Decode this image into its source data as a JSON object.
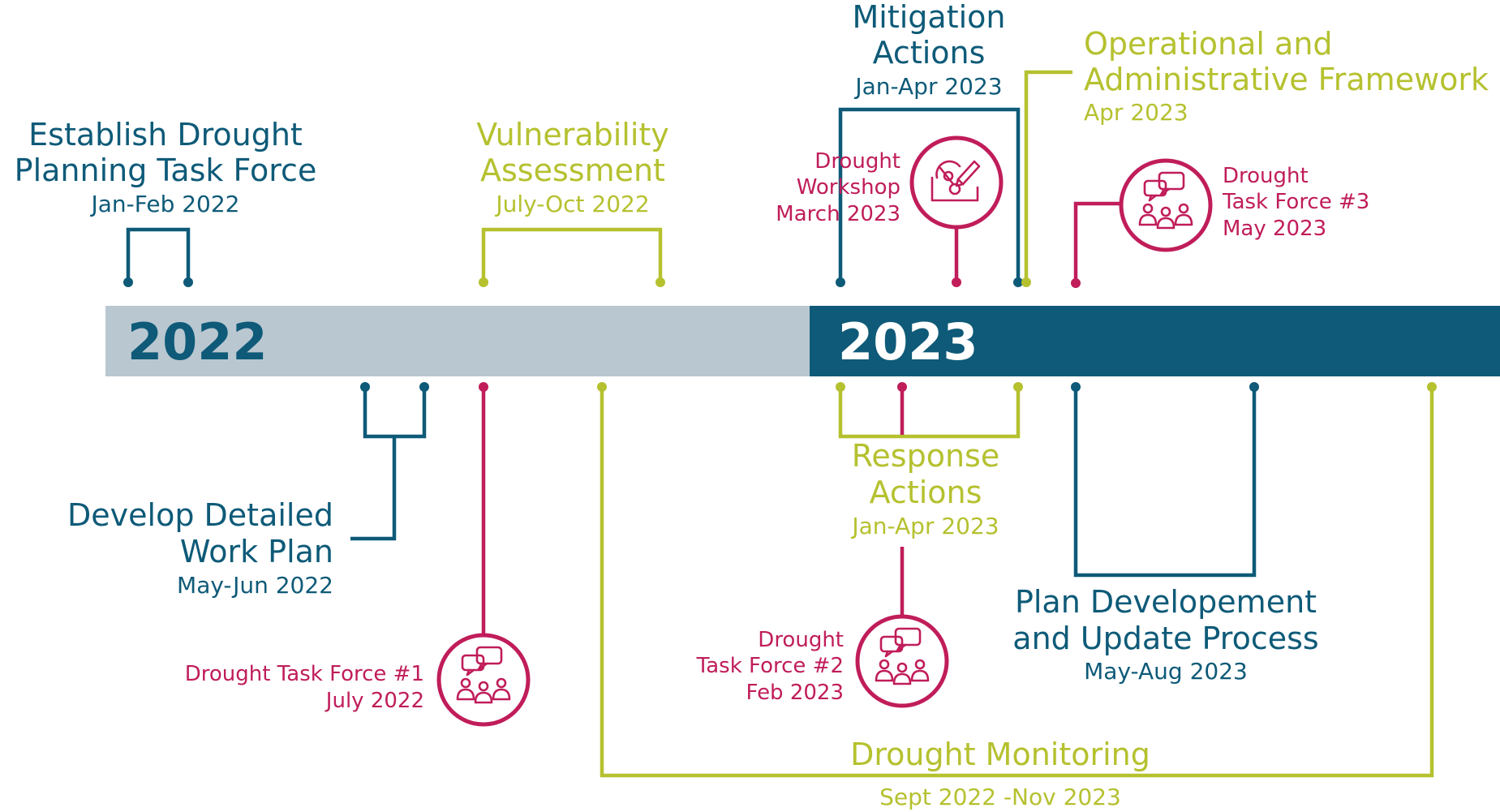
{
  "colors": {
    "teal": "#0e5a78",
    "lime": "#b5c12f",
    "magenta": "#c01d5a",
    "bar_2022": "#b9c7d1",
    "bar_2023": "#0e5a78"
  },
  "years": {
    "y2022": "2022",
    "y2023": "2023"
  },
  "tasks": {
    "establish": {
      "line1": "Establish Drought",
      "line2": "Planning Task Force",
      "date": "Jan-Feb 2022"
    },
    "vulnerability": {
      "line1": "Vulnerability",
      "line2": "Assessment",
      "date": "July-Oct 2022"
    },
    "mitigation": {
      "line1": "Mitigation",
      "line2": "Actions",
      "date": "Jan-Apr 2023"
    },
    "operational": {
      "line1": "Operational and",
      "line2": "Administrative Framework",
      "date": "Apr 2023"
    },
    "workplan": {
      "line1": "Develop Detailed",
      "line2": "Work Plan",
      "date": "May-Jun 2022"
    },
    "response": {
      "line1": "Response",
      "line2": "Actions",
      "date": "Jan-Apr 2023"
    },
    "plandev": {
      "line1": "Plan Developement",
      "line2": "and Update Process",
      "date": "May-Aug 2023"
    },
    "monitoring": {
      "line1": "Drought Monitoring",
      "date": "Sept 2022 -Nov  2023"
    }
  },
  "events": {
    "workshop": {
      "line1": "Drought",
      "line2": "Workshop",
      "date": "March 2023",
      "icon": "workshop-icon"
    },
    "tf3": {
      "line1": "Drought",
      "line2": "Task Force #3",
      "date": "May 2023",
      "icon": "meeting-group-icon"
    },
    "tf1": {
      "line1": "Drought Task Force #1",
      "date": "July 2022",
      "icon": "meeting-group-icon"
    },
    "tf2": {
      "line1": "Drought",
      "line2": "Task Force #2",
      "date": "Feb 2023",
      "icon": "meeting-group-icon"
    }
  }
}
